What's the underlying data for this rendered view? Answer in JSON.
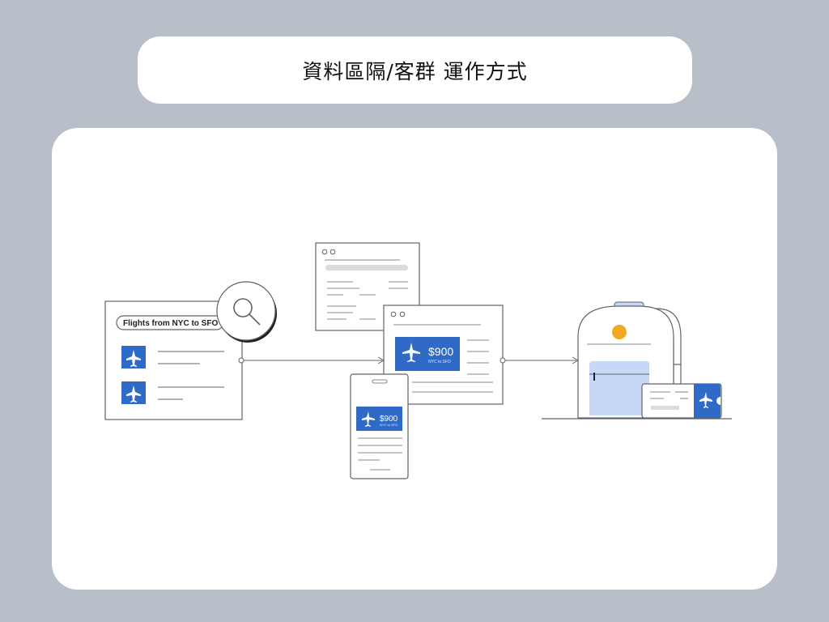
{
  "title": "資料區隔/客群 運作方式",
  "search_panel": {
    "query": "Flights from NYC to SFO",
    "icons": [
      "airplane-icon",
      "airplane-icon",
      "magnifier-icon"
    ]
  },
  "ad_desktop": {
    "price": "$900",
    "route": "NYC to SFO"
  },
  "ad_mobile": {
    "price": "$900",
    "route": "NYC to SFO"
  },
  "colors": {
    "background": "#b8bfc8",
    "card": "#ffffff",
    "accent_blue": "#2f6bc6",
    "light_blue": "#c6d8f5",
    "orange": "#f2a922",
    "outline": "#5f6368",
    "placeholder": "#dadce0"
  }
}
